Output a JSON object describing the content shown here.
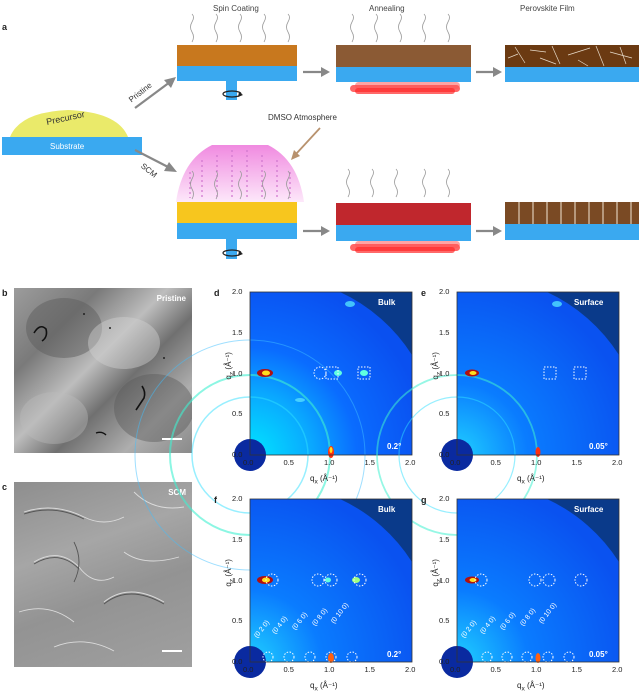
{
  "panel_a": {
    "label": "a",
    "steps": [
      "Spin Coating",
      "Annealing",
      "Perovskite Film"
    ],
    "precursor": "Precursor",
    "substrate": "Substrate",
    "branch_top": "Pristine",
    "branch_bottom": "SCM",
    "dmso": "DMSO Atmosphere"
  },
  "sem": [
    {
      "label": "b",
      "tag": "Pristine"
    },
    {
      "label": "c",
      "tag": "SCM"
    }
  ],
  "giwaxs": [
    {
      "label": "d",
      "tag": "Bulk",
      "angle": "0.2°"
    },
    {
      "label": "e",
      "tag": "Surface",
      "angle": "0.05°"
    },
    {
      "label": "f",
      "tag": "Bulk",
      "angle": "0.2°"
    },
    {
      "label": "g",
      "tag": "Surface",
      "angle": "0.05°"
    }
  ],
  "axes": {
    "ylabel": "q",
    "ysub": "z",
    "yunit": " (Å⁻¹)",
    "xlabel": "q",
    "xsub": "x",
    "xunit": " (Å⁻¹)",
    "ticks": [
      "0.0",
      "0.5",
      "1.0",
      "1.5",
      "2.0"
    ]
  },
  "peaks": [
    "(0 2 0)",
    "(0 4 0)",
    "(0 6 0)",
    "(0 8 0)",
    "(0 10 0)"
  ],
  "colors": {
    "substrate": "#3aa9f0",
    "pristine_film": "#c8781e",
    "scm_film": "#f7c61e",
    "annealed_pristine": "#8b5a34",
    "annealed_scm": "#c0272d",
    "perovskite": "#6b3a12",
    "precursor": "#eaea6a",
    "dmso": "#f4a6e8"
  }
}
